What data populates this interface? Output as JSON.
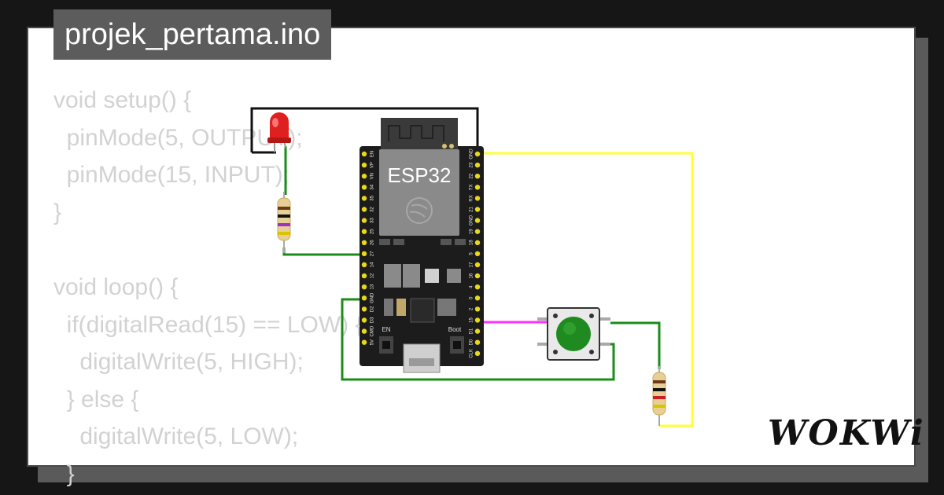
{
  "project": {
    "filename": "projek_pertama.ino"
  },
  "code_lines": [
    "void setup() {",
    "  pinMode(5, OUTPUT);",
    "  pinMode(15, INPUT);",
    "}",
    "",
    "void loop() {",
    "  if(digitalRead(15) == LOW) {",
    "    digitalWrite(5, HIGH);",
    "  } else {",
    "    digitalWrite(5, LOW);",
    "  }"
  ],
  "board": {
    "label": "ESP32",
    "en_label": "EN",
    "boot_label": "Boot",
    "left_pins": [
      "EN",
      "VP",
      "VN",
      "34",
      "35",
      "32",
      "33",
      "25",
      "26",
      "27",
      "14",
      "12",
      "13",
      "GND",
      "D2",
      "D3",
      "CMD",
      "5V"
    ],
    "right_pins": [
      "GND",
      "23",
      "22",
      "TX",
      "RX",
      "21",
      "GND",
      "19",
      "18",
      "5",
      "17",
      "16",
      "4",
      "0",
      "2",
      "15",
      "D1",
      "D0",
      "CLK"
    ]
  },
  "brand": {
    "logo_text": "WOKWi"
  },
  "colors": {
    "background": "#161616",
    "card": "#ffffff",
    "title_tab": "#5c5c5c",
    "code_text": "#d2d2d2",
    "wire_green": "#1a8c1a",
    "wire_yellow": "#ffff33",
    "wire_black": "#111111",
    "wire_magenta": "#ff33ff",
    "led_red": "#e02020",
    "button_green": "#1f8a1f"
  }
}
